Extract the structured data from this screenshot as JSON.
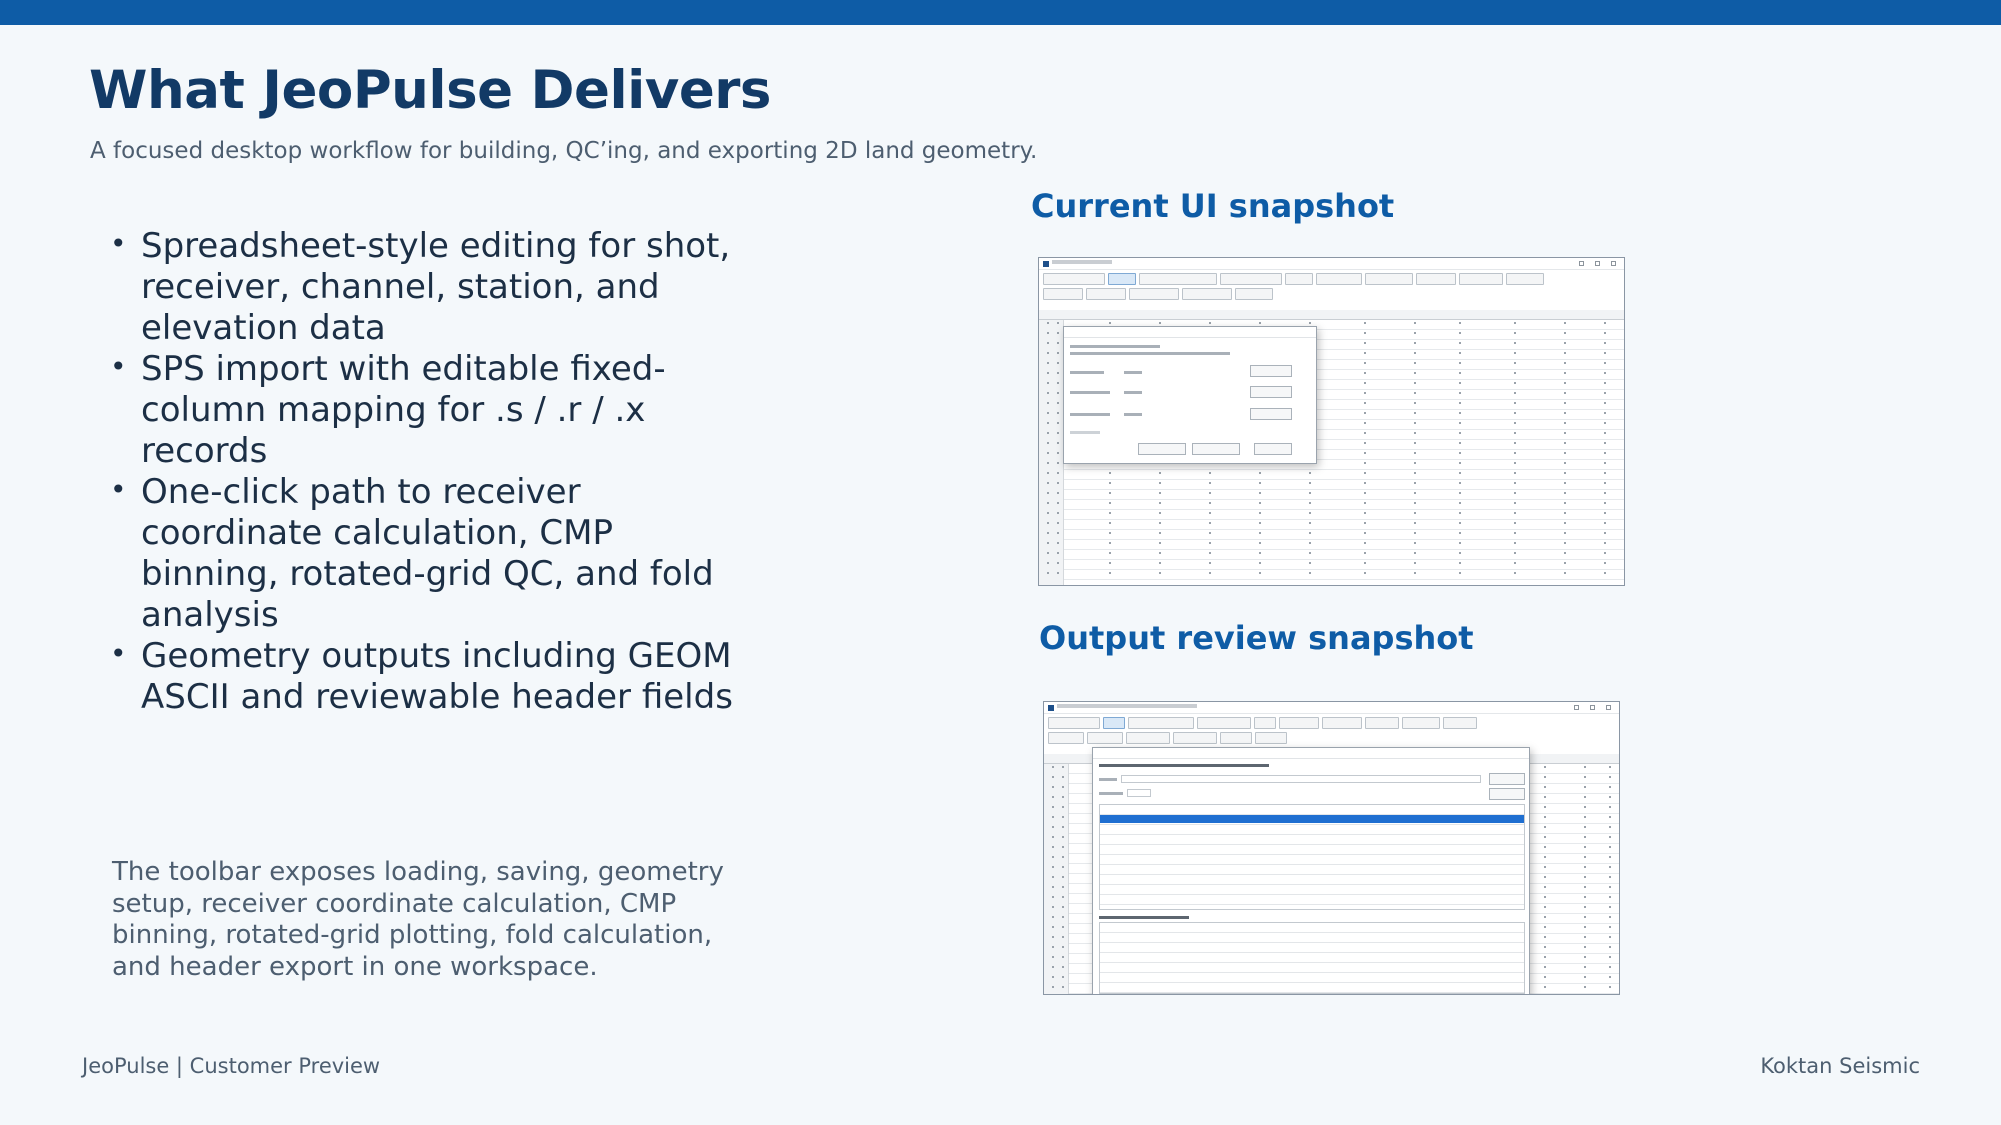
{
  "slide": {
    "title": "What JeoPulse Delivers",
    "subtitle": "A focused desktop workflow for building, QC’ing, and exporting 2D land geometry.",
    "bullets": [
      "Spreadsheet-style editing for shot, receiver, channel, station, and elevation data",
      "SPS import with editable fixed-column mapping for .s / .r / .x records",
      "One-click path to receiver coordinate calculation, CMP binning, rotated-grid QC, and fold analysis",
      "Geometry outputs including GEOM ASCII and reviewable header fields"
    ],
    "note": "The toolbar exposes loading, saving, geometry setup, receiver coordinate calculation, CMP binning, rotated-grid plotting, fold calculation, and header export in one workspace."
  },
  "screenshots": {
    "current_ui": {
      "label": "Current UI snapshot"
    },
    "output_review": {
      "label": "Output review snapshot"
    }
  },
  "footer": {
    "left": "JeoPulse | Customer Preview",
    "right": "Koktan Seismic"
  },
  "colors": {
    "accent": "#0e5ca6",
    "title": "#123a66",
    "body_text": "#1c2f45",
    "muted_text": "#4d5e70",
    "background": "#f4f8fb"
  }
}
